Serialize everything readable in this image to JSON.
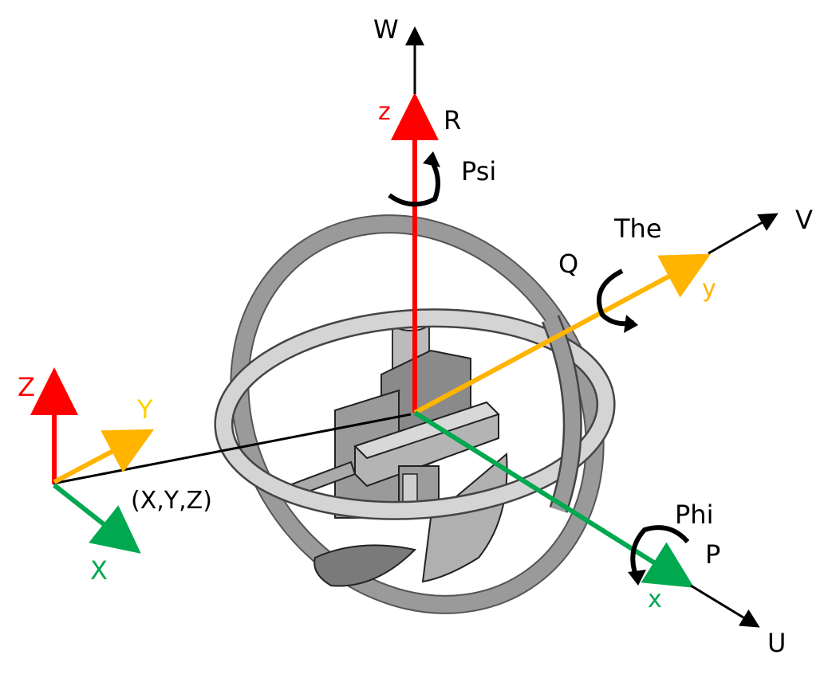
{
  "labels": {
    "W": "W",
    "z_body": "z",
    "R": "R",
    "Psi": "Psi",
    "The": "The",
    "V": "V",
    "Q": "Q",
    "y_body": "y",
    "Z_world": "Z",
    "Y_world": "Y",
    "X_world": "X",
    "position": "(X,Y,Z)",
    "Phi": "Phi",
    "P": "P",
    "x_body": "x",
    "U": "U"
  },
  "colors": {
    "z_axis": "#ff0000",
    "y_axis": "#ffb400",
    "x_axis": "#00a84f",
    "velocity": "#000000",
    "Y_label": "#ffd200"
  }
}
